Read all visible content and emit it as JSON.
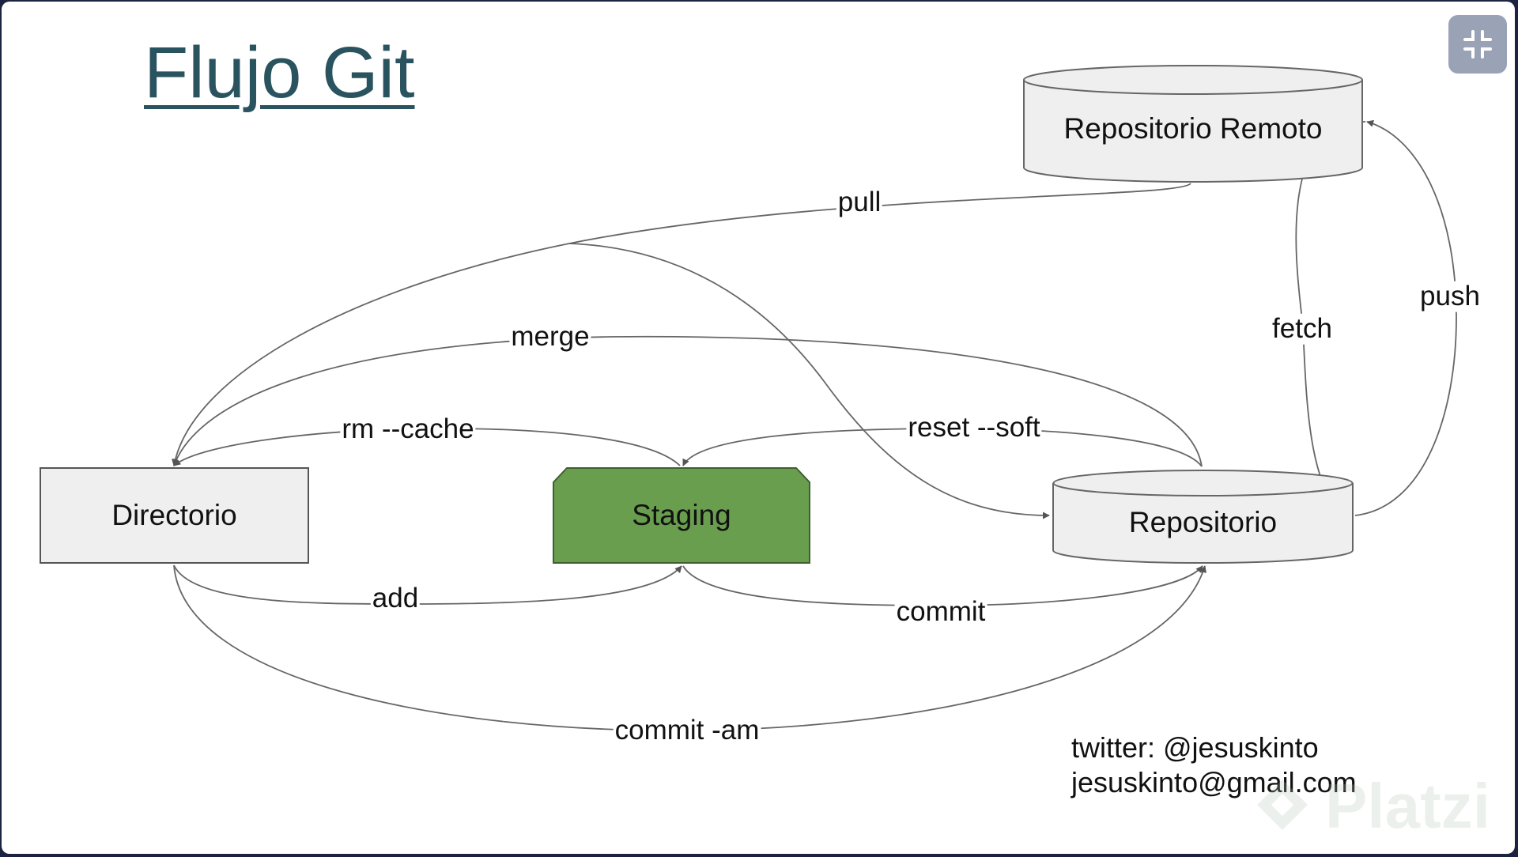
{
  "title": "Flujo Git",
  "nodes": {
    "directorio": "Directorio",
    "staging": "Staging",
    "repositorio": "Repositorio",
    "repositorio_remoto": "Repositorio Remoto"
  },
  "edges": {
    "pull": "pull",
    "merge": "merge",
    "rm_cache": "rm --cache",
    "reset_soft": "reset --soft",
    "fetch": "fetch",
    "push": "push",
    "add": "add",
    "commit": "commit",
    "commit_am": "commit -am"
  },
  "credits": {
    "twitter": "twitter: @jesuskinto",
    "email": "jesuskinto@gmail.com"
  },
  "watermark": "Platzi",
  "colors": {
    "title": "#2a5360",
    "staging_fill": "#6a9e4f",
    "box_fill": "#efefef",
    "edge": "#555555"
  },
  "icons": {
    "collapse": "collapse-fullscreen-icon",
    "watermark_logo": "platzi-logo-icon"
  }
}
